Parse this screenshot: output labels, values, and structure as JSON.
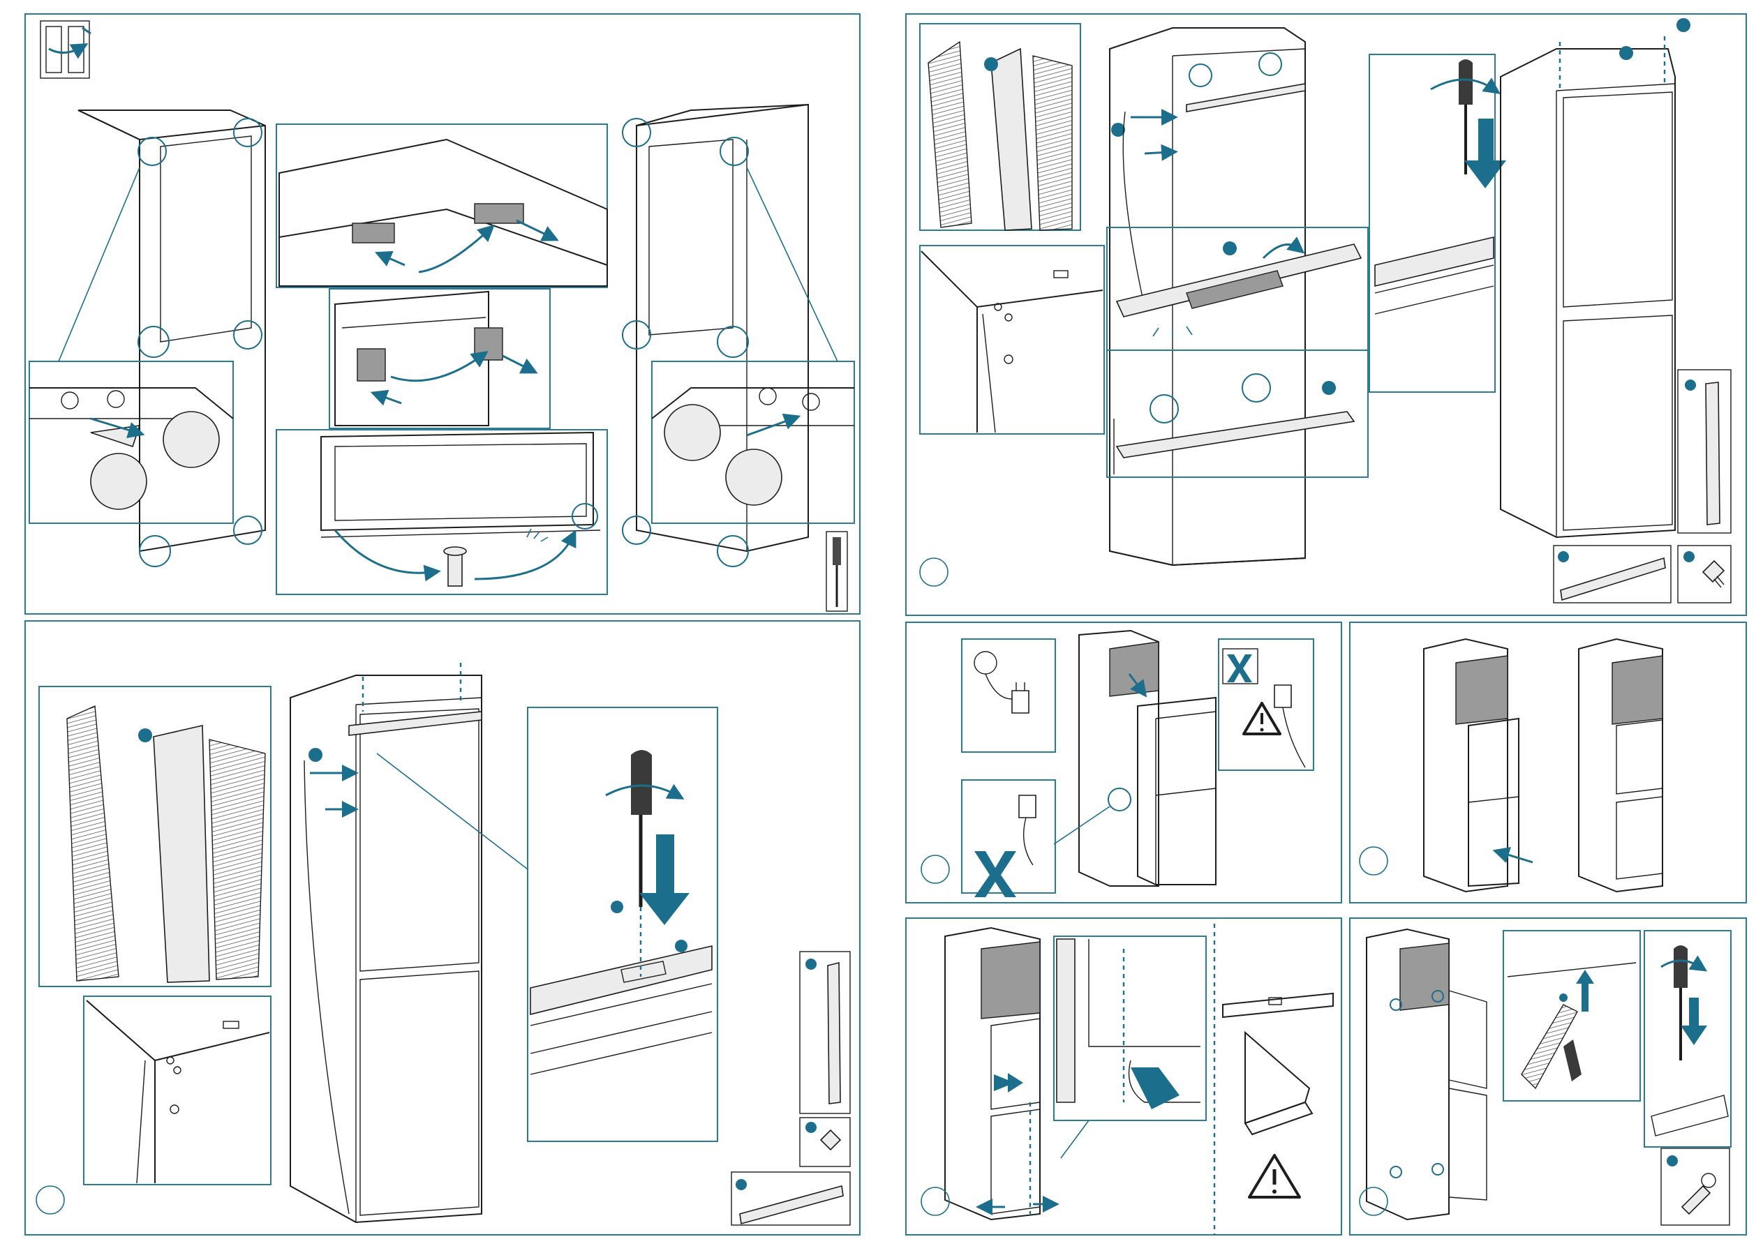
{
  "watermark": {
    "text": ""
  },
  "panels": [
    {
      "id": "p1",
      "step_label": ""
    },
    {
      "id": "p2",
      "step_label": ""
    },
    {
      "id": "p3",
      "step_label": ""
    },
    {
      "id": "p4",
      "step_label": ""
    },
    {
      "id": "p5",
      "step_label": ""
    },
    {
      "id": "p6",
      "step_label": ""
    },
    {
      "id": "p7",
      "step_label": ""
    }
  ],
  "icons": {
    "door_reversal": "door-reversal-icon",
    "screwdriver": "screwdriver-icon",
    "screw": "screw-icon",
    "warning": "warning-triangle-icon",
    "plug": "plug-icon",
    "spirit_level": "spirit-level-icon",
    "set_square": "set-square-icon"
  },
  "colors": {
    "accent": "#1b6f8c",
    "frame": "#2b7b96",
    "line": "#1d1d1b",
    "shade": "#9a9a9a"
  }
}
